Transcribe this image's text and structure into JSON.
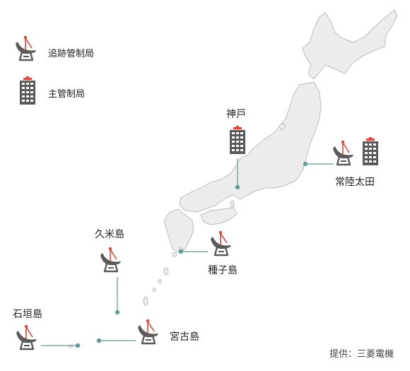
{
  "legend": {
    "tracking_label": "追跡管制局",
    "main_label": "主管制局"
  },
  "stations": {
    "kobe": "神戸",
    "hitachiota": "常陸太田",
    "tanegashima": "種子島",
    "kumejima": "久米島",
    "miyakojima": "宮古島",
    "ishigakijima": "石垣島"
  },
  "credit": "提供：三菱電機",
  "colors": {
    "land": "#ececec",
    "coast": "#bdbdbd",
    "icon": "#5a5a5a",
    "accent": "#e0443a",
    "connector": "#5f9a93"
  }
}
